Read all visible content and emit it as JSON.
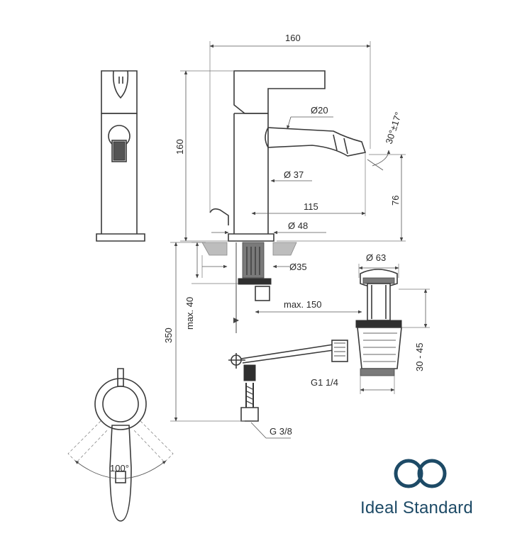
{
  "dimensions": {
    "width_top": "160",
    "height_body": "160",
    "spout_diameter": "Ø20",
    "spout_angle": "30°±17°",
    "body_diameter": "Ø 37",
    "spout_reach": "115",
    "spout_height": "76",
    "base_diameter": "Ø 48",
    "hole_diameter": "Ø35",
    "max_deck": "max. 40",
    "total_depth": "350",
    "max_rod": "max. 150",
    "waste_diameter": "Ø 63",
    "waste_height": "30 - 45",
    "waste_thread": "G1 1/4",
    "supply_thread": "G 3/8",
    "lever_angle": "100°"
  },
  "brand": {
    "name": "Ideal Standard",
    "color": "#1d4a66"
  }
}
